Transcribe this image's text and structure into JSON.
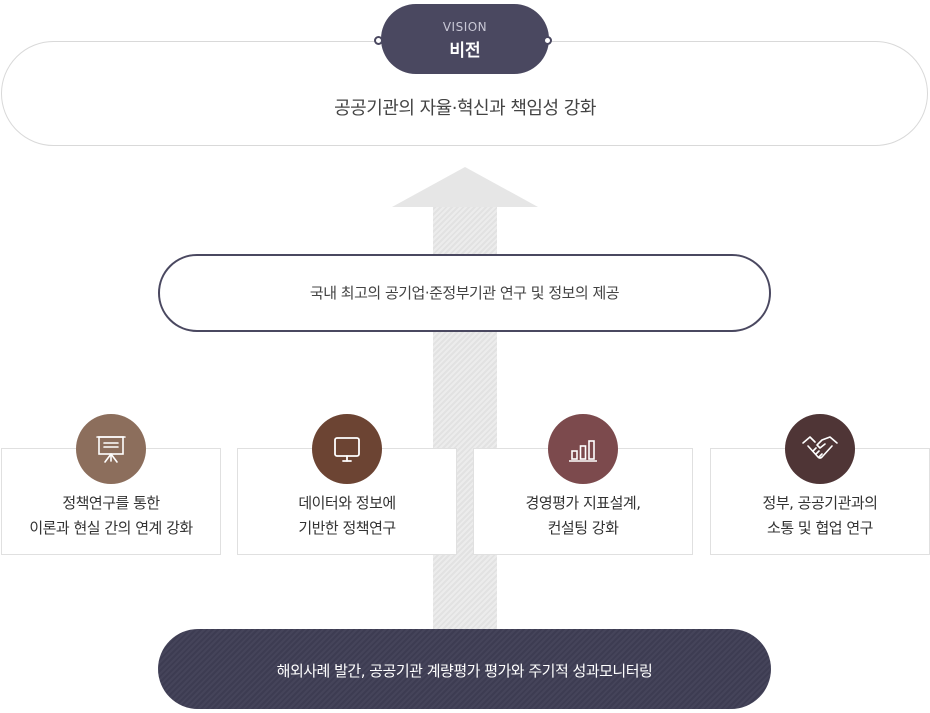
{
  "vision": {
    "label_en": "VISION",
    "label_ko": "비전",
    "statement": "공공기관의 자율·혁신과 책임성 강화"
  },
  "mission": {
    "statement": "국내 최고의 공기업·준정부기관 연구 및 정보의 제공"
  },
  "tasks": [
    {
      "lines": [
        "정책연구를 통한",
        "이론과 현실 간의 연계 강화"
      ],
      "icon": "presentation-board-icon",
      "color": "#8c6e5c"
    },
    {
      "lines": [
        "데이터와 정보에",
        "기반한 정책연구"
      ],
      "icon": "monitor-icon",
      "color": "#6c4433"
    },
    {
      "lines": [
        "경영평가 지표설계,",
        "컨설팅 강화"
      ],
      "icon": "bar-chart-icon",
      "color": "#7c4a4d"
    },
    {
      "lines": [
        "정부, 공공기관과의",
        "소통 및 협업 연구"
      ],
      "icon": "handshake-icon",
      "color": "#4f3536"
    }
  ],
  "base": {
    "statement": "해외사례 발간, 공공기관 계량평가 평가와 주기적 성과모니터링"
  }
}
